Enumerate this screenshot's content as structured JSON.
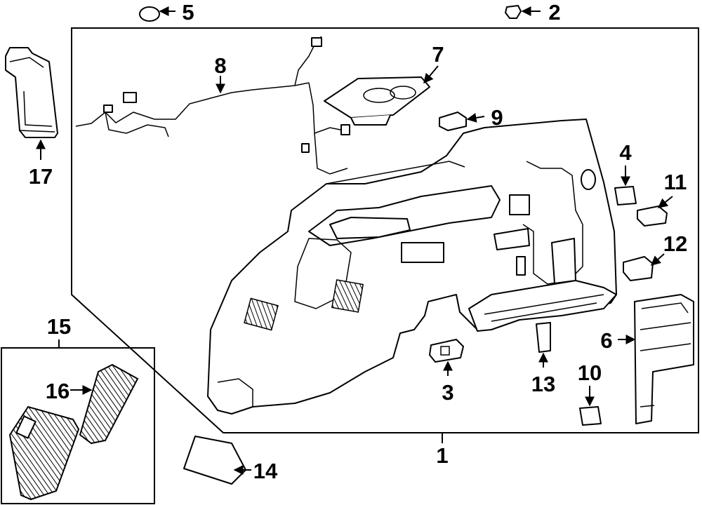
{
  "callouts": {
    "c1": "1",
    "c2": "2",
    "c3": "3",
    "c4": "4",
    "c5": "5",
    "c6": "6",
    "c7": "7",
    "c8": "8",
    "c9": "9",
    "c10": "10",
    "c11": "11",
    "c12": "12",
    "c13": "13",
    "c14": "14",
    "c15": "15",
    "c16": "16",
    "c17": "17"
  },
  "colors": {
    "line": "#000000",
    "background": "#ffffff",
    "shade": "#555555"
  }
}
